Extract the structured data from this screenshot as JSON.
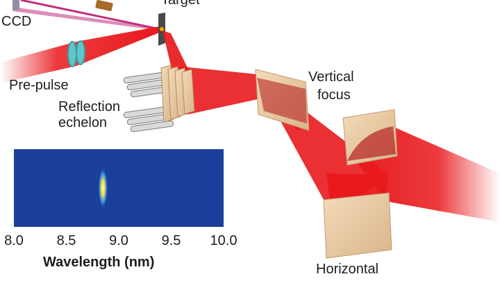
{
  "labels": {
    "ccd": "CCD",
    "target": "Target",
    "prepulse": "Pre-pulse",
    "reflection": "Reflection",
    "echelon": "echelon",
    "vertical": "Vertical",
    "vertical_focus": "focus",
    "horizontal": "Horizontal"
  },
  "spectrum": {
    "xlabel": "Wavelength (nm)",
    "ticks": [
      "8.0",
      "8.5",
      "9.0",
      "9.5",
      "10.0"
    ],
    "xlim": [
      8.0,
      10.0
    ],
    "peak_nm": 8.85,
    "background_color": "#1b3f9a",
    "peak_color": "#ffe24a"
  },
  "colors": {
    "beam": "#e8191c",
    "mirror": "#e9c9a3",
    "window": "#5fc6c9",
    "xray_line": "#c0307c"
  }
}
